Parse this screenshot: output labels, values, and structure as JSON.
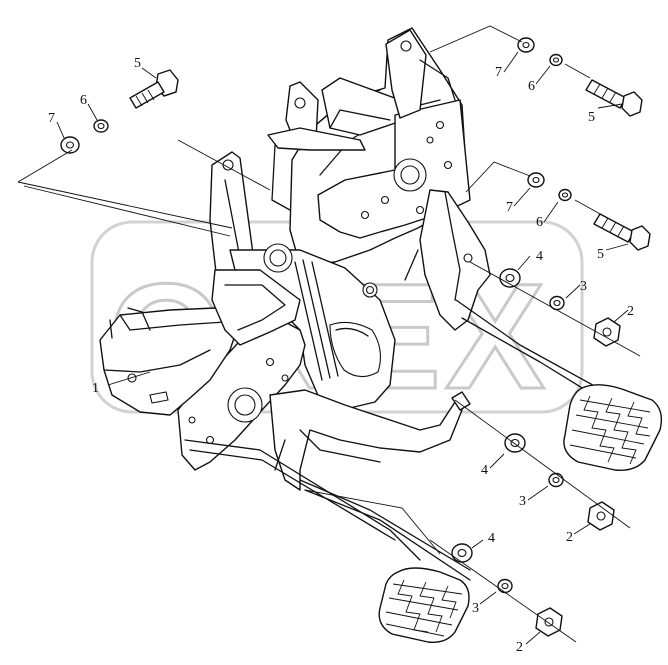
{
  "watermark": {
    "text": "OREX",
    "color": "#c9c9c9"
  },
  "callouts": [
    {
      "id": "c1",
      "label": "1"
    },
    {
      "id": "c2a",
      "label": "2"
    },
    {
      "id": "c2b",
      "label": "2"
    },
    {
      "id": "c2c",
      "label": "2"
    },
    {
      "id": "c3a",
      "label": "3"
    },
    {
      "id": "c3b",
      "label": "3"
    },
    {
      "id": "c3c",
      "label": "3"
    },
    {
      "id": "c4a",
      "label": "4"
    },
    {
      "id": "c4b",
      "label": "4"
    },
    {
      "id": "c4c",
      "label": "4"
    },
    {
      "id": "c5a",
      "label": "5"
    },
    {
      "id": "c5b",
      "label": "5"
    },
    {
      "id": "c5c",
      "label": "5"
    },
    {
      "id": "c6a",
      "label": "6"
    },
    {
      "id": "c6b",
      "label": "6"
    },
    {
      "id": "c6c",
      "label": "6"
    },
    {
      "id": "c7a",
      "label": "7"
    },
    {
      "id": "c7b",
      "label": "7"
    },
    {
      "id": "c7c",
      "label": "7"
    }
  ],
  "colors": {
    "line": "#111111",
    "background": "#ffffff"
  }
}
